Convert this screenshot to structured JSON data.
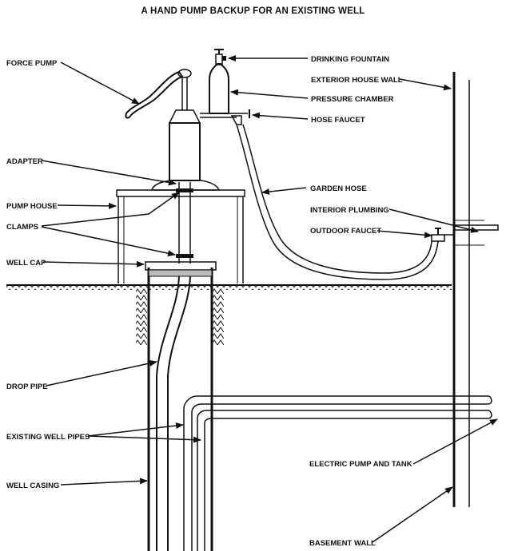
{
  "title": "A HAND PUMP BACKUP FOR AN EXISTING WELL",
  "colors": {
    "ink": "#111111",
    "paper": "#ffffff"
  },
  "labels": {
    "force_pump": "FORCE PUMP",
    "drinking_fountain": "DRINKING FOUNTAIN",
    "exterior_house_wall": "EXTERIOR HOUSE WALL",
    "pressure_chamber": "PRESSURE CHAMBER",
    "hose_faucet": "HOSE FAUCET",
    "adapter": "ADAPTER",
    "garden_hose": "GARDEN HOSE",
    "pump_house": "PUMP HOUSE",
    "interior_plumbing": "INTERIOR PLUMBING",
    "clamps": "CLAMPS",
    "outdoor_faucet": "OUTDOOR FAUCET",
    "well_cap": "WELL CAP",
    "drop_pipe": "DROP PIPE",
    "existing_well_pipes": "EXISTING WELL PIPES",
    "electric_pump_and_tank": "ELECTRIC PUMP AND TANK",
    "well_casing": "WELL CASING",
    "basement_wall": "BASEMENT WALL"
  }
}
